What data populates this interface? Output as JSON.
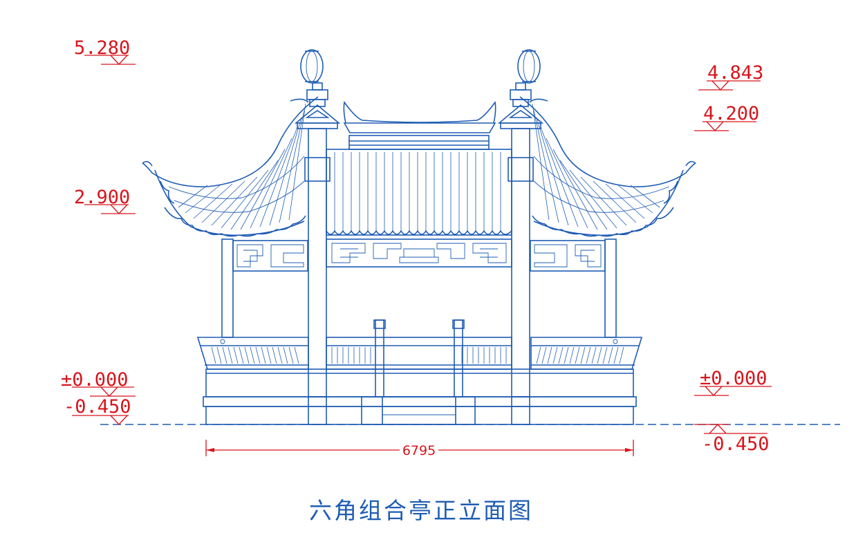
{
  "title": "六角组合亭正立面图",
  "levels_left": [
    {
      "label": "5.280"
    },
    {
      "label": "2.900"
    },
    {
      "label": "±0.000"
    },
    {
      "label": "-0.450"
    }
  ],
  "levels_right": [
    {
      "label": "4.843"
    },
    {
      "label": "4.200"
    },
    {
      "label": "±0.000"
    },
    {
      "label": "-0.450"
    }
  ],
  "dimension": {
    "label": "6795"
  },
  "colors": {
    "annotation": "#d8141c",
    "drawing": "#1e5cb3",
    "background": "#ffffff"
  }
}
